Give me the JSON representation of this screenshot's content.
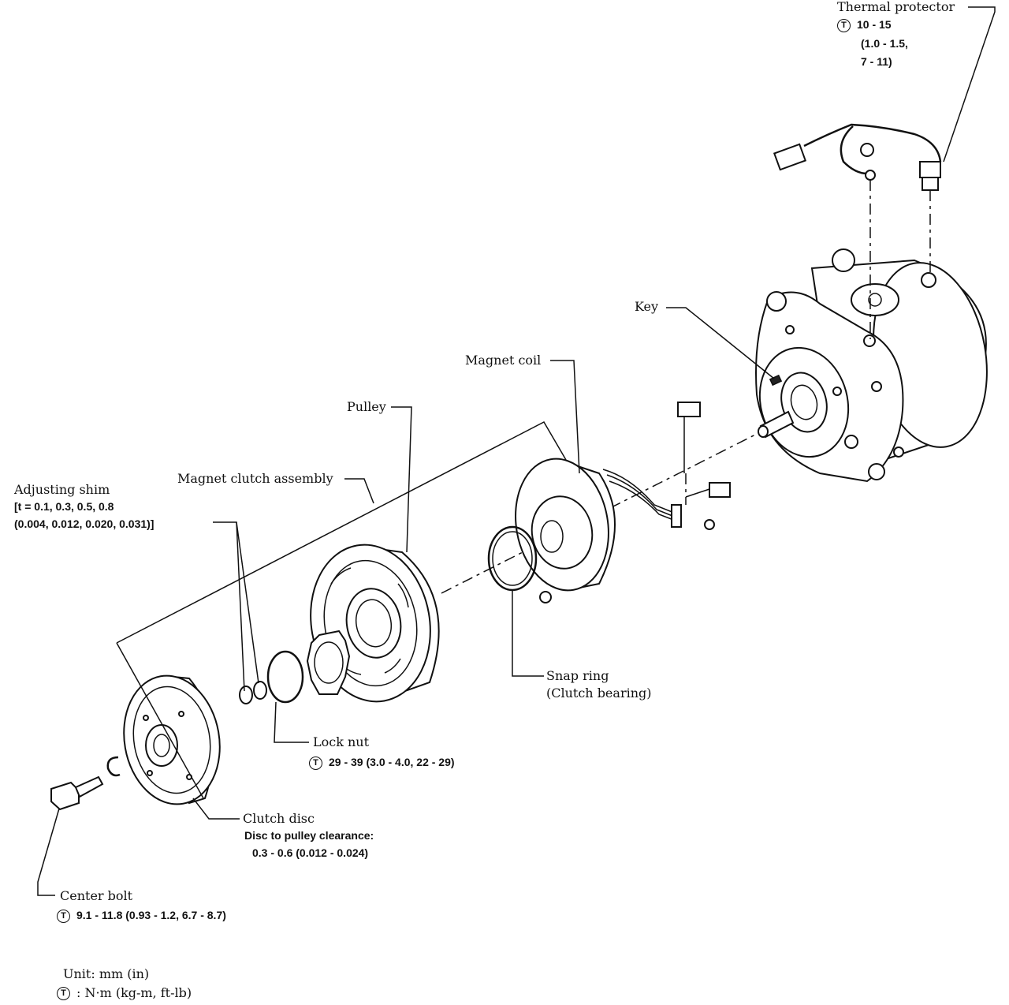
{
  "labels": {
    "thermal_protector": "Thermal protector",
    "thermal_torque_1": "10 - 15",
    "thermal_torque_2": "(1.0 - 1.5,",
    "thermal_torque_3": "7 - 11)",
    "key": "Key",
    "magnet_coil": "Magnet coil",
    "pulley": "Pulley",
    "magnet_clutch_assembly": "Magnet clutch assembly",
    "adjusting_shim": "Adjusting shim",
    "shim_thickness_1": "[t = 0.1, 0.3, 0.5, 0.8",
    "shim_thickness_2": "(0.004, 0.012, 0.020, 0.031)]",
    "snap_ring": "Snap ring",
    "snap_ring_sub": "(Clutch bearing)",
    "lock_nut": "Lock nut",
    "lock_nut_torque": "29 - 39 (3.0 - 4.0, 22 - 29)",
    "clutch_disc": "Clutch disc",
    "clearance_title": "Disc to pulley clearance:",
    "clearance_value": "0.3 - 0.6 (0.012 - 0.024)",
    "center_bolt": "Center bolt",
    "center_bolt_torque": "9.1 - 11.8 (0.93 - 1.2, 6.7 - 8.7)"
  },
  "legend": {
    "unit": "Unit:  mm (in)",
    "torque_symbol": "T",
    "torque_unit": ":  N·m (kg-m, ft-lb)"
  }
}
